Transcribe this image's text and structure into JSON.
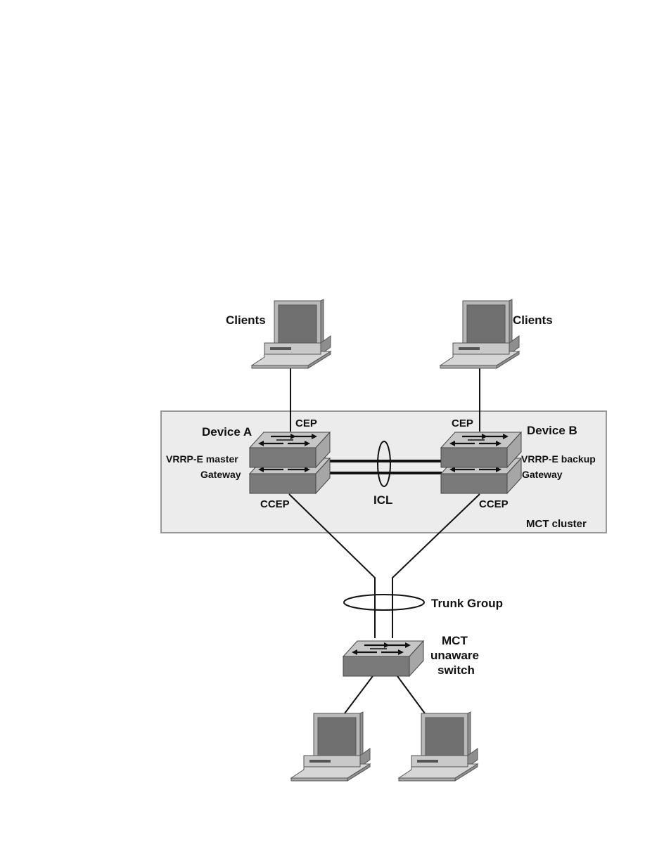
{
  "diagram": {
    "labels": {
      "clients_left": "Clients",
      "clients_right": "Clients",
      "device_a": "Device A",
      "device_b": "Device B",
      "cep_a": "CEP",
      "cep_b": "CEP",
      "ccep_a": "CCEP",
      "ccep_b": "CCEP",
      "vrrp_master": "VRRP-E master",
      "gateway_a": "Gateway",
      "vrrp_backup": "VRRP-E backup",
      "gateway_b": "Gateway",
      "icl": "ICL",
      "mct_cluster": "MCT cluster",
      "trunk_group": "Trunk Group",
      "unaware_line1": "MCT",
      "unaware_line2": "unaware",
      "unaware_line3": "switch"
    },
    "nodes": [
      {
        "id": "client-left",
        "kind": "laptop"
      },
      {
        "id": "client-right",
        "kind": "laptop"
      },
      {
        "id": "device-a",
        "kind": "stacked-switch"
      },
      {
        "id": "device-b",
        "kind": "stacked-switch"
      },
      {
        "id": "mct-unaware-switch",
        "kind": "switch"
      },
      {
        "id": "client-bottom-left",
        "kind": "laptop"
      },
      {
        "id": "client-bottom-right",
        "kind": "laptop"
      }
    ],
    "links": [
      {
        "from": "client-left",
        "to": "device-a"
      },
      {
        "from": "client-right",
        "to": "device-b"
      },
      {
        "from": "device-a",
        "to": "device-b",
        "group": "ICL"
      },
      {
        "from": "device-a",
        "to": "mct-unaware-switch",
        "group": "Trunk Group"
      },
      {
        "from": "device-b",
        "to": "mct-unaware-switch",
        "group": "Trunk Group"
      },
      {
        "from": "mct-unaware-switch",
        "to": "client-bottom-left"
      },
      {
        "from": "mct-unaware-switch",
        "to": "client-bottom-right"
      }
    ]
  }
}
